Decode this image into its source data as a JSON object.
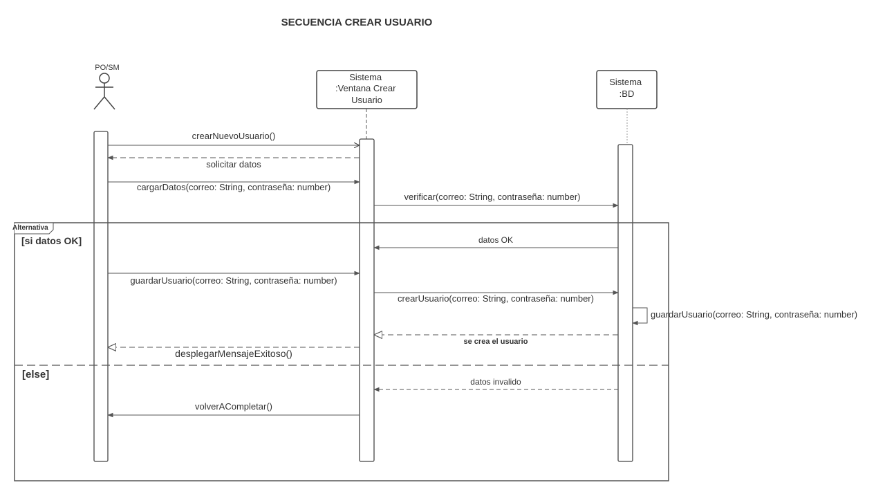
{
  "title": "SECUENCIA CREAR USUARIO",
  "actor": {
    "label": "PO/SM"
  },
  "participants": {
    "ventana": [
      "Sistema",
      ":Ventana Crear",
      "Usuario"
    ],
    "bd": [
      "Sistema",
      ":BD"
    ]
  },
  "fragment": {
    "keyword": "Alternativa",
    "guard1": "[si datos OK]",
    "guard2": "[else]"
  },
  "messages": {
    "m1": "crearNuevoUsuario()",
    "m2": "solicitar datos",
    "m3": "cargarDatos(correo: String, contraseña: number)",
    "m4": "verificar(correo: String, contraseña: number)",
    "m5": "datos OK",
    "m6": "guardarUsuario(correo: String, contraseña: number)",
    "m7": "crearUsuario(correo: String, contraseña: number)",
    "m8": "guardarUsuario(correo: String, contraseña: number)",
    "m9": "se crea el usuario",
    "m10": "desplegarMensajeExitoso()",
    "m11": "datos invalido",
    "m12": "volverACompletar()"
  }
}
